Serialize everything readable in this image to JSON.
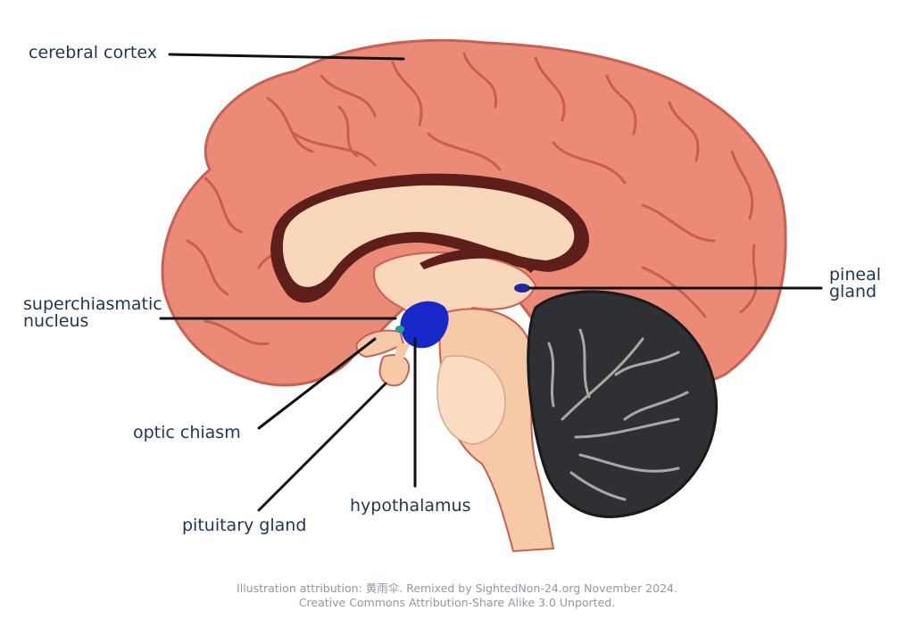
{
  "labels": {
    "cerebral_cortex": "cerebral cortex",
    "pineal_gland": [
      "pineal",
      "gland"
    ],
    "suprachiasmatic_nucleus": [
      "superchiasmatic",
      "nucleus"
    ],
    "optic_chiasm": "optic chiasm",
    "hypothalamus": "hypothalamus",
    "pituitary_gland": "pituitary gland"
  },
  "attribution": {
    "line1": "Illustration attribution: 黄雨伞. Remixed by SightedNon-24.org November 2024.",
    "line2": "Creative Commons Attribution-Share Alike 3.0 Unported."
  },
  "colors": {
    "label_text": "#1f3552",
    "leader_line": "#111111",
    "cortex": "#ec8a78",
    "cortex_fold": "#c95e4f",
    "inner_tissue": "#f8d7bb",
    "brainstem": "#f6c9a7",
    "cerebellum": "#2f3033",
    "cerebellum_branch": "#a8a8a8",
    "hypothalamus": "#1828c8",
    "pineal": "#1a2a9c",
    "suprachiasmatic": "#1aa58a",
    "attribution_text": "#8e98a6"
  }
}
